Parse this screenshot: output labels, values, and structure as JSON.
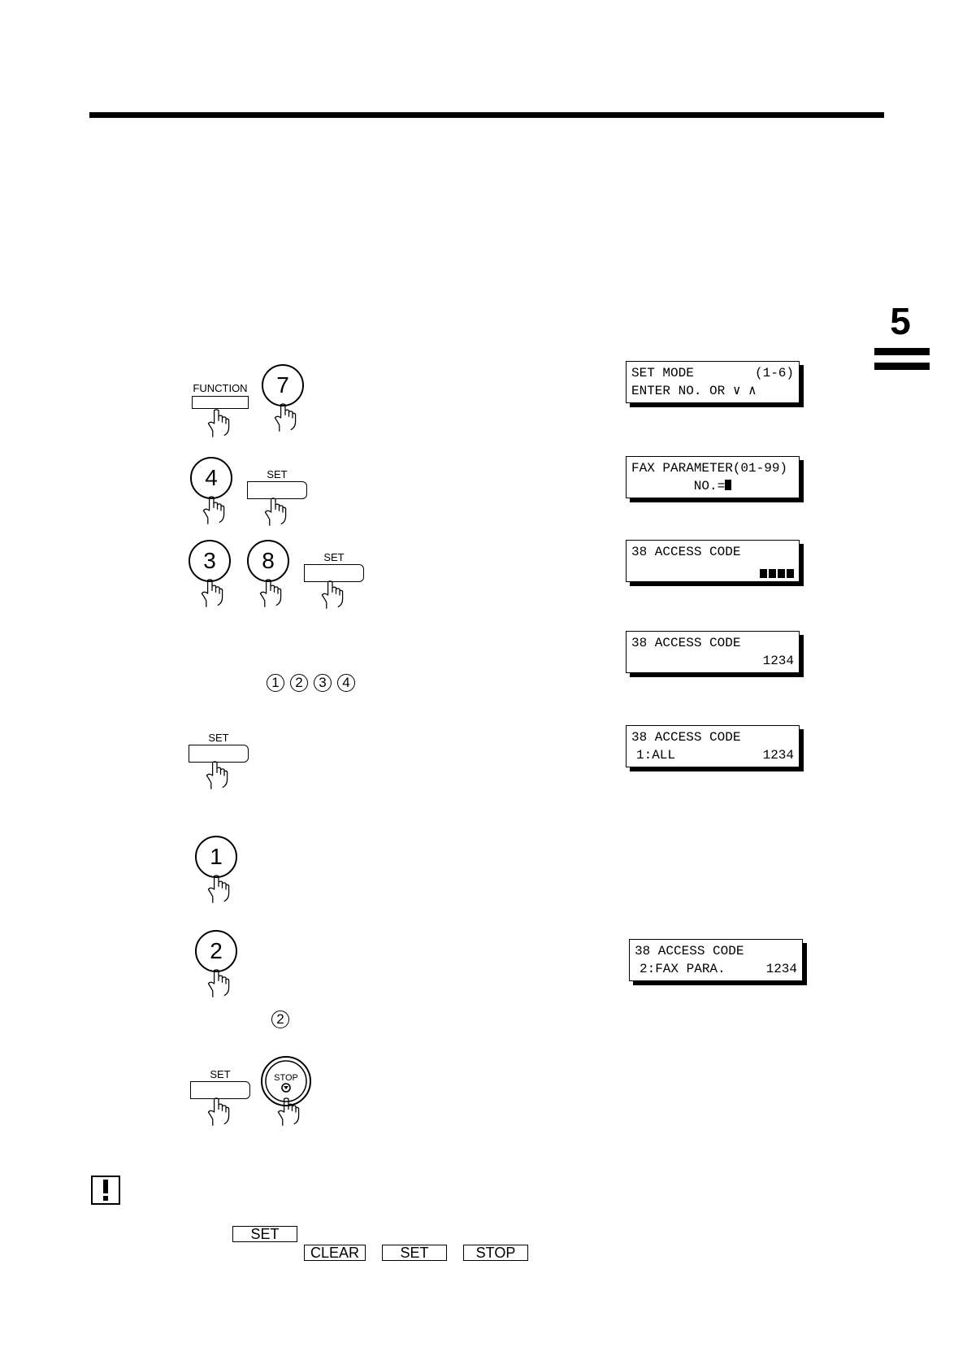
{
  "chapter": {
    "number": "5"
  },
  "keys": {
    "function": "FUNCTION",
    "set": "SET",
    "stop": "STOP",
    "d7": "7",
    "d4": "4",
    "d3": "3",
    "d8": "8",
    "d1": "1",
    "d2": "2"
  },
  "small_digits": [
    "1",
    "2",
    "3",
    "4"
  ],
  "small_digit_2": "2",
  "displays": {
    "set_mode": {
      "line1_left": "SET MODE",
      "line1_right": "(1-6)",
      "line2": "ENTER NO. OR ∨ ∧"
    },
    "fax_parameter": {
      "line1": "FAX PARAMETER(01-99)",
      "line2": "NO.="
    },
    "access_code_masked": {
      "line1": "38 ACCESS CODE"
    },
    "access_code_entered": {
      "line1": "38 ACCESS CODE",
      "line2": "1234"
    },
    "access_code_all": {
      "line1": "38 ACCESS CODE",
      "line2_left": "1:ALL",
      "line2_right": "1234"
    },
    "access_code_fax_para": {
      "line1": "38 ACCESS CODE",
      "line2_left": "2:FAX PARA.",
      "line2_right": "1234"
    }
  },
  "note": {
    "key_set": "SET",
    "key_clear": "CLEAR",
    "key_set2": "SET",
    "key_stop": "STOP"
  }
}
